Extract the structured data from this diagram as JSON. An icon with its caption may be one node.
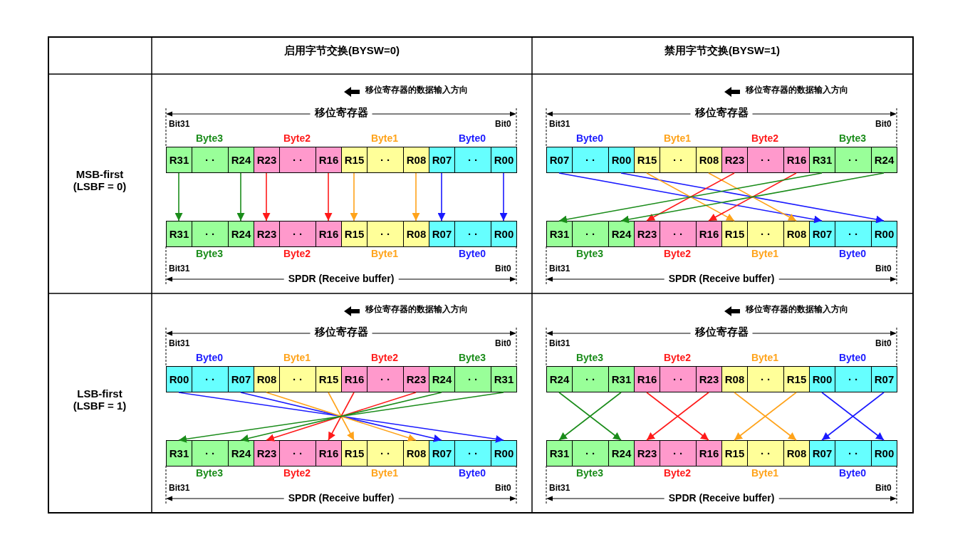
{
  "diagram": {
    "nodes": [
      {
        "text": [
          "R31"
        ]
      },
      {
        "text": [
          "· ·"
        ]
      },
      {
        "text": [
          "R24"
        ]
      },
      {
        "text": [
          "R23"
        ]
      },
      {
        "text": [
          "· ·"
        ]
      },
      {
        "text": [
          "R16"
        ]
      },
      {
        "text": [
          "R15"
        ]
      },
      {
        "text": [
          "· ·"
        ]
      },
      {
        "text": [
          "R08"
        ]
      },
      {
        "text": [
          "R07"
        ]
      },
      {
        "text": [
          "· ·"
        ]
      },
      {
        "text": [
          "R00"
        ]
      },
      {
        "text": [
          "R31"
        ]
      },
      {
        "text": [
          "· ·"
        ]
      },
      {
        "text": [
          "R24"
        ]
      },
      {
        "text": [
          "R23"
        ]
      },
      {
        "text": [
          "· ·"
        ]
      },
      {
        "text": [
          "R16"
        ]
      },
      {
        "text": [
          "R15"
        ]
      },
      {
        "text": [
          "· ·"
        ]
      },
      {
        "text": [
          "R08"
        ]
      },
      {
        "text": [
          "R07"
        ]
      },
      {
        "text": [
          "· ·"
        ]
      },
      {
        "text": [
          "R00"
        ]
      },
      {
        "text": [
          "R07"
        ]
      },
      {
        "text": [
          "· ·"
        ]
      },
      {
        "text": [
          "R00"
        ]
      },
      {
        "text": [
          "R15"
        ]
      },
      {
        "text": [
          "· ·"
        ]
      },
      {
        "text": [
          "R08"
        ]
      },
      {
        "text": [
          "R23"
        ]
      },
      {
        "text": [
          "· ·"
        ]
      },
      {
        "text": [
          "R16"
        ]
      },
      {
        "text": [
          "R31"
        ]
      },
      {
        "text": [
          "· ·"
        ]
      },
      {
        "text": [
          "R24"
        ]
      },
      {
        "text": [
          "R31"
        ]
      },
      {
        "text": [
          "· ·"
        ]
      },
      {
        "text": [
          "R24"
        ]
      },
      {
        "text": [
          "R23"
        ]
      },
      {
        "text": [
          "· ·"
        ]
      },
      {
        "text": [
          "R16"
        ]
      },
      {
        "text": [
          "R15"
        ]
      },
      {
        "text": [
          "· ·"
        ]
      },
      {
        "text": [
          "R08"
        ]
      },
      {
        "text": [
          "R07"
        ]
      },
      {
        "text": [
          "· ·"
        ]
      },
      {
        "text": [
          "R00"
        ]
      },
      {
        "text": [
          "R00"
        ]
      },
      {
        "text": [
          "· ·"
        ]
      },
      {
        "text": [
          "R07"
        ]
      },
      {
        "text": [
          "R08"
        ]
      },
      {
        "text": [
          "· ·"
        ]
      },
      {
        "text": [
          "R15"
        ]
      },
      {
        "text": [
          "R16"
        ]
      },
      {
        "text": [
          "· ·"
        ]
      },
      {
        "text": [
          "R23"
        ]
      },
      {
        "text": [
          "R24"
        ]
      },
      {
        "text": [
          "· ·"
        ]
      },
      {
        "text": [
          "R31"
        ]
      },
      {
        "text": [
          "R31"
        ]
      },
      {
        "text": [
          "· ·"
        ]
      },
      {
        "text": [
          "R24"
        ]
      },
      {
        "text": [
          "R23"
        ]
      },
      {
        "text": [
          "· ·"
        ]
      },
      {
        "text": [
          "R16"
        ]
      },
      {
        "text": [
          "R15"
        ]
      },
      {
        "text": [
          "· ·"
        ]
      },
      {
        "text": [
          "R08"
        ]
      },
      {
        "text": [
          "R07"
        ]
      },
      {
        "text": [
          "· ·"
        ]
      },
      {
        "text": [
          "R00"
        ]
      },
      {
        "text": [
          "R24"
        ]
      },
      {
        "text": [
          "· ·"
        ]
      },
      {
        "text": [
          "R31"
        ]
      },
      {
        "text": [
          "R16"
        ]
      },
      {
        "text": [
          "· ·"
        ]
      },
      {
        "text": [
          "R23"
        ]
      },
      {
        "text": [
          "R08"
        ]
      },
      {
        "text": [
          "· ·"
        ]
      },
      {
        "text": [
          "R15"
        ]
      },
      {
        "text": [
          "R00"
        ]
      },
      {
        "text": [
          "· ·"
        ]
      },
      {
        "text": [
          "R07"
        ]
      },
      {
        "text": [
          "R31"
        ]
      },
      {
        "text": [
          "· ·"
        ]
      },
      {
        "text": [
          "R24"
        ]
      },
      {
        "text": [
          "R23"
        ]
      },
      {
        "text": [
          "· ·"
        ]
      },
      {
        "text": [
          "R16"
        ]
      },
      {
        "text": [
          "R15"
        ]
      },
      {
        "text": [
          "· ·"
        ]
      },
      {
        "text": [
          "R08"
        ]
      },
      {
        "text": [
          "R07"
        ]
      },
      {
        "text": [
          "· ·"
        ]
      },
      {
        "text": [
          "R00"
        ]
      }
    ],
    "edges": [
      {
        "from": 0,
        "to": 12,
        "arrow": "to",
        "color": "#1a8c1a"
      },
      {
        "from": 2,
        "to": 14,
        "arrow": "to",
        "color": "#1a8c1a"
      },
      {
        "from": 3,
        "to": 15,
        "arrow": "to",
        "color": "#ff1a1a"
      },
      {
        "from": 5,
        "to": 17,
        "arrow": "to",
        "color": "#ff1a1a"
      },
      {
        "from": 6,
        "to": 18,
        "arrow": "to",
        "color": "#ffa31a"
      },
      {
        "from": 8,
        "to": 20,
        "arrow": "to",
        "color": "#ffa31a"
      },
      {
        "from": 9,
        "to": 21,
        "arrow": "to",
        "color": "#1a1aff"
      },
      {
        "from": 11,
        "to": 23,
        "arrow": "to",
        "color": "#1a1aff"
      },
      {
        "from": 24,
        "to": 45,
        "arrow": "to",
        "color": "#1a1aff"
      },
      {
        "from": 26,
        "to": 47,
        "arrow": "to",
        "color": "#1a1aff"
      },
      {
        "from": 27,
        "to": 42,
        "arrow": "to",
        "color": "#ffa31a"
      },
      {
        "from": 29,
        "to": 44,
        "arrow": "to",
        "color": "#ffa31a"
      },
      {
        "from": 30,
        "to": 39,
        "arrow": "to",
        "color": "#ff1a1a"
      },
      {
        "from": 32,
        "to": 41,
        "arrow": "to",
        "color": "#ff1a1a"
      },
      {
        "from": 33,
        "to": 36,
        "arrow": "to",
        "color": "#1a8c1a"
      },
      {
        "from": 35,
        "to": 38,
        "arrow": "to",
        "color": "#1a8c1a"
      },
      {
        "from": 48,
        "to": 71,
        "arrow": "to",
        "color": "#1a1aff"
      },
      {
        "from": 50,
        "to": 69,
        "arrow": "to",
        "color": "#1a1aff"
      },
      {
        "from": 51,
        "to": 68,
        "arrow": "to",
        "color": "#ffa31a"
      },
      {
        "from": 53,
        "to": 66,
        "arrow": "to",
        "color": "#ffa31a"
      },
      {
        "from": 54,
        "to": 65,
        "arrow": "to",
        "color": "#ff1a1a"
      },
      {
        "from": 56,
        "to": 63,
        "arrow": "to",
        "color": "#ff1a1a"
      },
      {
        "from": 57,
        "to": 62,
        "arrow": "to",
        "color": "#1a8c1a"
      },
      {
        "from": 59,
        "to": 60,
        "arrow": "to",
        "color": "#1a8c1a"
      },
      {
        "from": 72,
        "to": 86,
        "arrow": "to",
        "color": "#1a8c1a"
      },
      {
        "from": 74,
        "to": 84,
        "arrow": "to",
        "color": "#1a8c1a"
      },
      {
        "from": 75,
        "to": 89,
        "arrow": "to",
        "color": "#ff1a1a"
      },
      {
        "from": 77,
        "to": 87,
        "arrow": "to",
        "color": "#ff1a1a"
      },
      {
        "from": 78,
        "to": 92,
        "arrow": "to",
        "color": "#ffa31a"
      },
      {
        "from": 80,
        "to": 90,
        "arrow": "to",
        "color": "#ffa31a"
      },
      {
        "from": 81,
        "to": 95,
        "arrow": "to",
        "color": "#1a1aff"
      },
      {
        "from": 83,
        "to": 93,
        "arrow": "to",
        "color": "#1a1aff"
      }
    ],
    "labels": [
      "启用字节交换(BYSW=0)",
      "禁用字节交换(BYSW=1)",
      "MSB-first (LSBF = 0)",
      "移位寄存器的数据输入方向",
      "移位寄存器",
      "Bit31",
      "Bit0",
      "Byte3",
      "Byte2",
      "Byte1",
      "Byte0",
      "Byte3",
      "Byte2",
      "Byte1",
      "Byte0",
      "Bit31",
      "Bit0",
      "SPDR (Receive buffer)",
      "移位寄存器的数据输入方向",
      "移位寄存器",
      "Bit31",
      "Bit0",
      "Byte0",
      "Byte1",
      "Byte2",
      "Byte3",
      "Byte3",
      "Byte2",
      "Byte1",
      "Byte0",
      "Bit31",
      "Bit0",
      "SPDR (Receive buffer)",
      "LSB-first (LSBF = 1)",
      "移位寄存器的数据输入方向",
      "移位寄存器",
      "Bit31",
      "Bit0",
      "Byte0",
      "Byte1",
      "Byte2",
      "Byte3",
      "Byte3",
      "Byte2",
      "Byte1",
      "Byte0",
      "Bit31",
      "Bit0",
      "SPDR (Receive buffer)",
      "移位寄存器的数据输入方向",
      "移位寄存器",
      "Bit31",
      "Bit0",
      "Byte3",
      "Byte2",
      "Byte1",
      "Byte0",
      "Byte3",
      "Byte2",
      "Byte1",
      "Byte0",
      "Bit31",
      "Bit0",
      "SPDR (Receive buffer)"
    ]
  }
}
